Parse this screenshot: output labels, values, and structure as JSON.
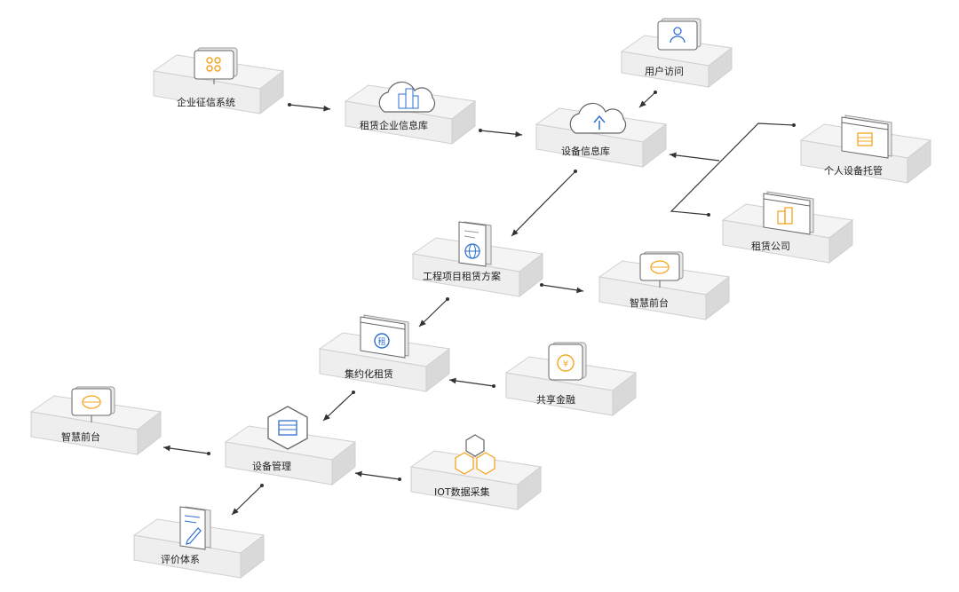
{
  "diagram": {
    "nodes": [
      {
        "id": "credit",
        "label": "企业征信系统",
        "icon": "grid-icon",
        "accent": "#F5A623"
      },
      {
        "id": "leasedb",
        "label": "租赁企业信息库",
        "icon": "cloud-building-icon",
        "accent": "#2F6FD1"
      },
      {
        "id": "equipdb",
        "label": "设备信息库",
        "icon": "cloud-upload-icon",
        "accent": "#2F6FD1"
      },
      {
        "id": "access",
        "label": "用户访问",
        "icon": "user-icon",
        "accent": "#2F6FD1"
      },
      {
        "id": "hosting",
        "label": "个人设备托管",
        "icon": "server-window-icon",
        "accent": "#F5A623"
      },
      {
        "id": "company",
        "label": "租赁公司",
        "icon": "building-window-icon",
        "accent": "#F5A623"
      },
      {
        "id": "plan",
        "label": "工程项目租赁方案",
        "icon": "globe-document-icon",
        "accent": "#2F6FD1"
      },
      {
        "id": "front1",
        "label": "智慧前台",
        "icon": "brain-monitor-icon",
        "accent": "#F5A623"
      },
      {
        "id": "collect",
        "label": "集约化租赁",
        "icon": "lease-window-icon",
        "accent": "#2F6FD1",
        "badge": "租"
      },
      {
        "id": "finance",
        "label": "共享金融",
        "icon": "yuan-coin-icon",
        "accent": "#F5A623",
        "badge": "¥"
      },
      {
        "id": "front2",
        "label": "智慧前台",
        "icon": "brain-monitor-icon",
        "accent": "#F5A623"
      },
      {
        "id": "manage",
        "label": "设备管理",
        "icon": "server-hexagon-icon",
        "accent": "#2F6FD1"
      },
      {
        "id": "iot",
        "label": "IOT数据采集",
        "icon": "hexagon-cluster-icon",
        "accent": "#F5A623"
      },
      {
        "id": "rating",
        "label": "评价体系",
        "icon": "pen-document-icon",
        "accent": "#2F6FD1"
      }
    ],
    "edges": [
      {
        "from": "credit",
        "to": "leasedb"
      },
      {
        "from": "leasedb",
        "to": "equipdb"
      },
      {
        "from": "access",
        "to": "equipdb"
      },
      {
        "from": "hosting",
        "to": "equipdb"
      },
      {
        "from": "company",
        "to": "equipdb"
      },
      {
        "from": "equipdb",
        "to": "plan"
      },
      {
        "from": "plan",
        "to": "front1"
      },
      {
        "from": "plan",
        "to": "collect"
      },
      {
        "from": "finance",
        "to": "collect"
      },
      {
        "from": "collect",
        "to": "manage"
      },
      {
        "from": "manage",
        "to": "front2"
      },
      {
        "from": "iot",
        "to": "manage"
      },
      {
        "from": "manage",
        "to": "rating"
      }
    ]
  }
}
